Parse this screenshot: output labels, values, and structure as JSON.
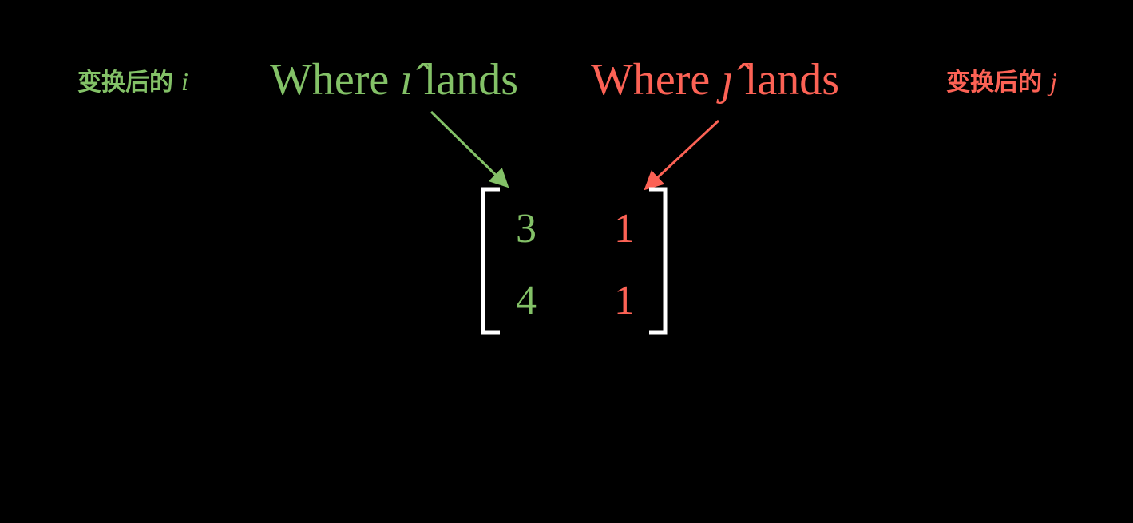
{
  "colors": {
    "background": "#000000",
    "i_hat": "#83c167",
    "j_hat": "#fc6255",
    "bracket": "#ffffff"
  },
  "captions": {
    "left_cn": "变换后的",
    "left_var": "i",
    "right_cn": "变换后的",
    "right_var": "j"
  },
  "labels": {
    "i_hat_prefix": "Where ",
    "i_hat_symbol": "ı̂",
    "i_hat_suffix": " lands",
    "j_hat_prefix": "Where ",
    "j_hat_symbol": "ȷ̂",
    "j_hat_suffix": " lands"
  },
  "matrix": {
    "rows": [
      [
        "3",
        "1"
      ],
      [
        "4",
        "1"
      ]
    ]
  }
}
